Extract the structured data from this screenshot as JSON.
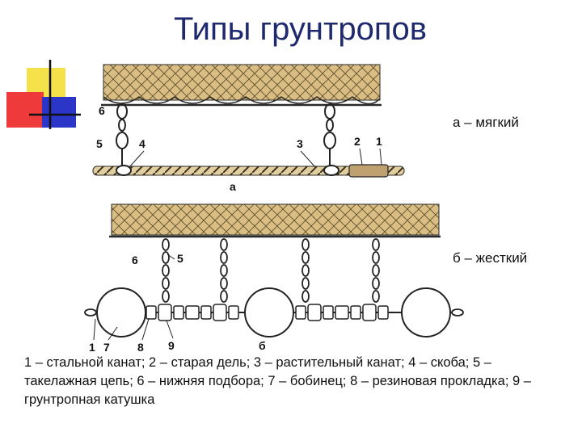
{
  "title": "Типы грунтропов",
  "labels": {
    "soft": "а – мягкий",
    "hard": "б – жесткий"
  },
  "diagram_a": {
    "letter": "а",
    "callouts": [
      "6",
      "5",
      "4",
      "3",
      "2",
      "1"
    ]
  },
  "diagram_b": {
    "letter": "б",
    "callouts": [
      "6",
      "5",
      "1",
      "7",
      "8",
      "9"
    ]
  },
  "legend": "1 – стальной канат; 2 – старая дель; 3 – растительный канат; 4 – скоба; 5 – такелажная цепь; 6 – нижняя подбора; 7 – бобинец; 8 – резиновая прокладка; 9 – грунтропная катушка",
  "colors": {
    "title": "#1f2a6e",
    "net_fill": "#d9bd82",
    "deco_yellow": "#f5e14a",
    "deco_red": "#ee3a3a",
    "deco_blue": "#2b36c9"
  }
}
